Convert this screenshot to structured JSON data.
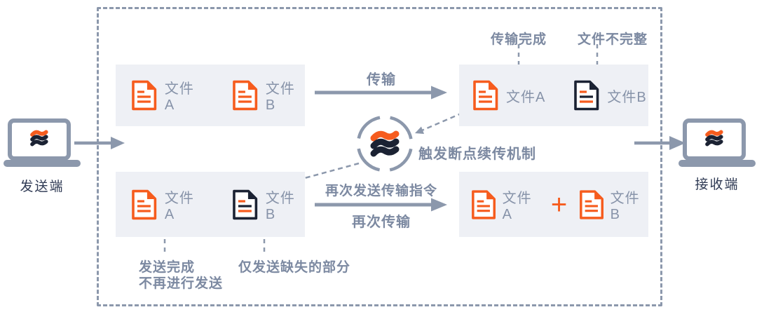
{
  "colors": {
    "orange": "#F65C1E",
    "dark_navy": "#1B2233",
    "slate_gray": "#8C98AC",
    "annotation_text": "#7C89A1",
    "file_label_text": "#8793A9",
    "panel_bg": "#EEF0F5",
    "endpoint_text": "#2F3A54"
  },
  "sender": {
    "label": "发送端"
  },
  "receiver": {
    "label": "接收端"
  },
  "flow": {
    "transfer_label": "传输",
    "trigger_label": "触发断点续传机制",
    "resend_command_label": "再次发送传输指令",
    "retransfer_label": "再次传输"
  },
  "annotations": {
    "transfer_complete": "传输完成",
    "file_incomplete": "文件不完整",
    "send_complete_line1": "发送完成",
    "send_complete_line2": "不再进行发送",
    "send_missing_only": "仅发送缺失的部分"
  },
  "boxes": {
    "top_left": {
      "file_a": "文件A",
      "file_b": "文件B"
    },
    "top_right": {
      "file_a": "文件A",
      "file_b": "文件B"
    },
    "bottom_left": {
      "file_a": "文件A",
      "file_b": "文件B"
    },
    "bottom_right": {
      "file_a": "文件A",
      "plus": "+",
      "file_b": "文件B"
    }
  }
}
